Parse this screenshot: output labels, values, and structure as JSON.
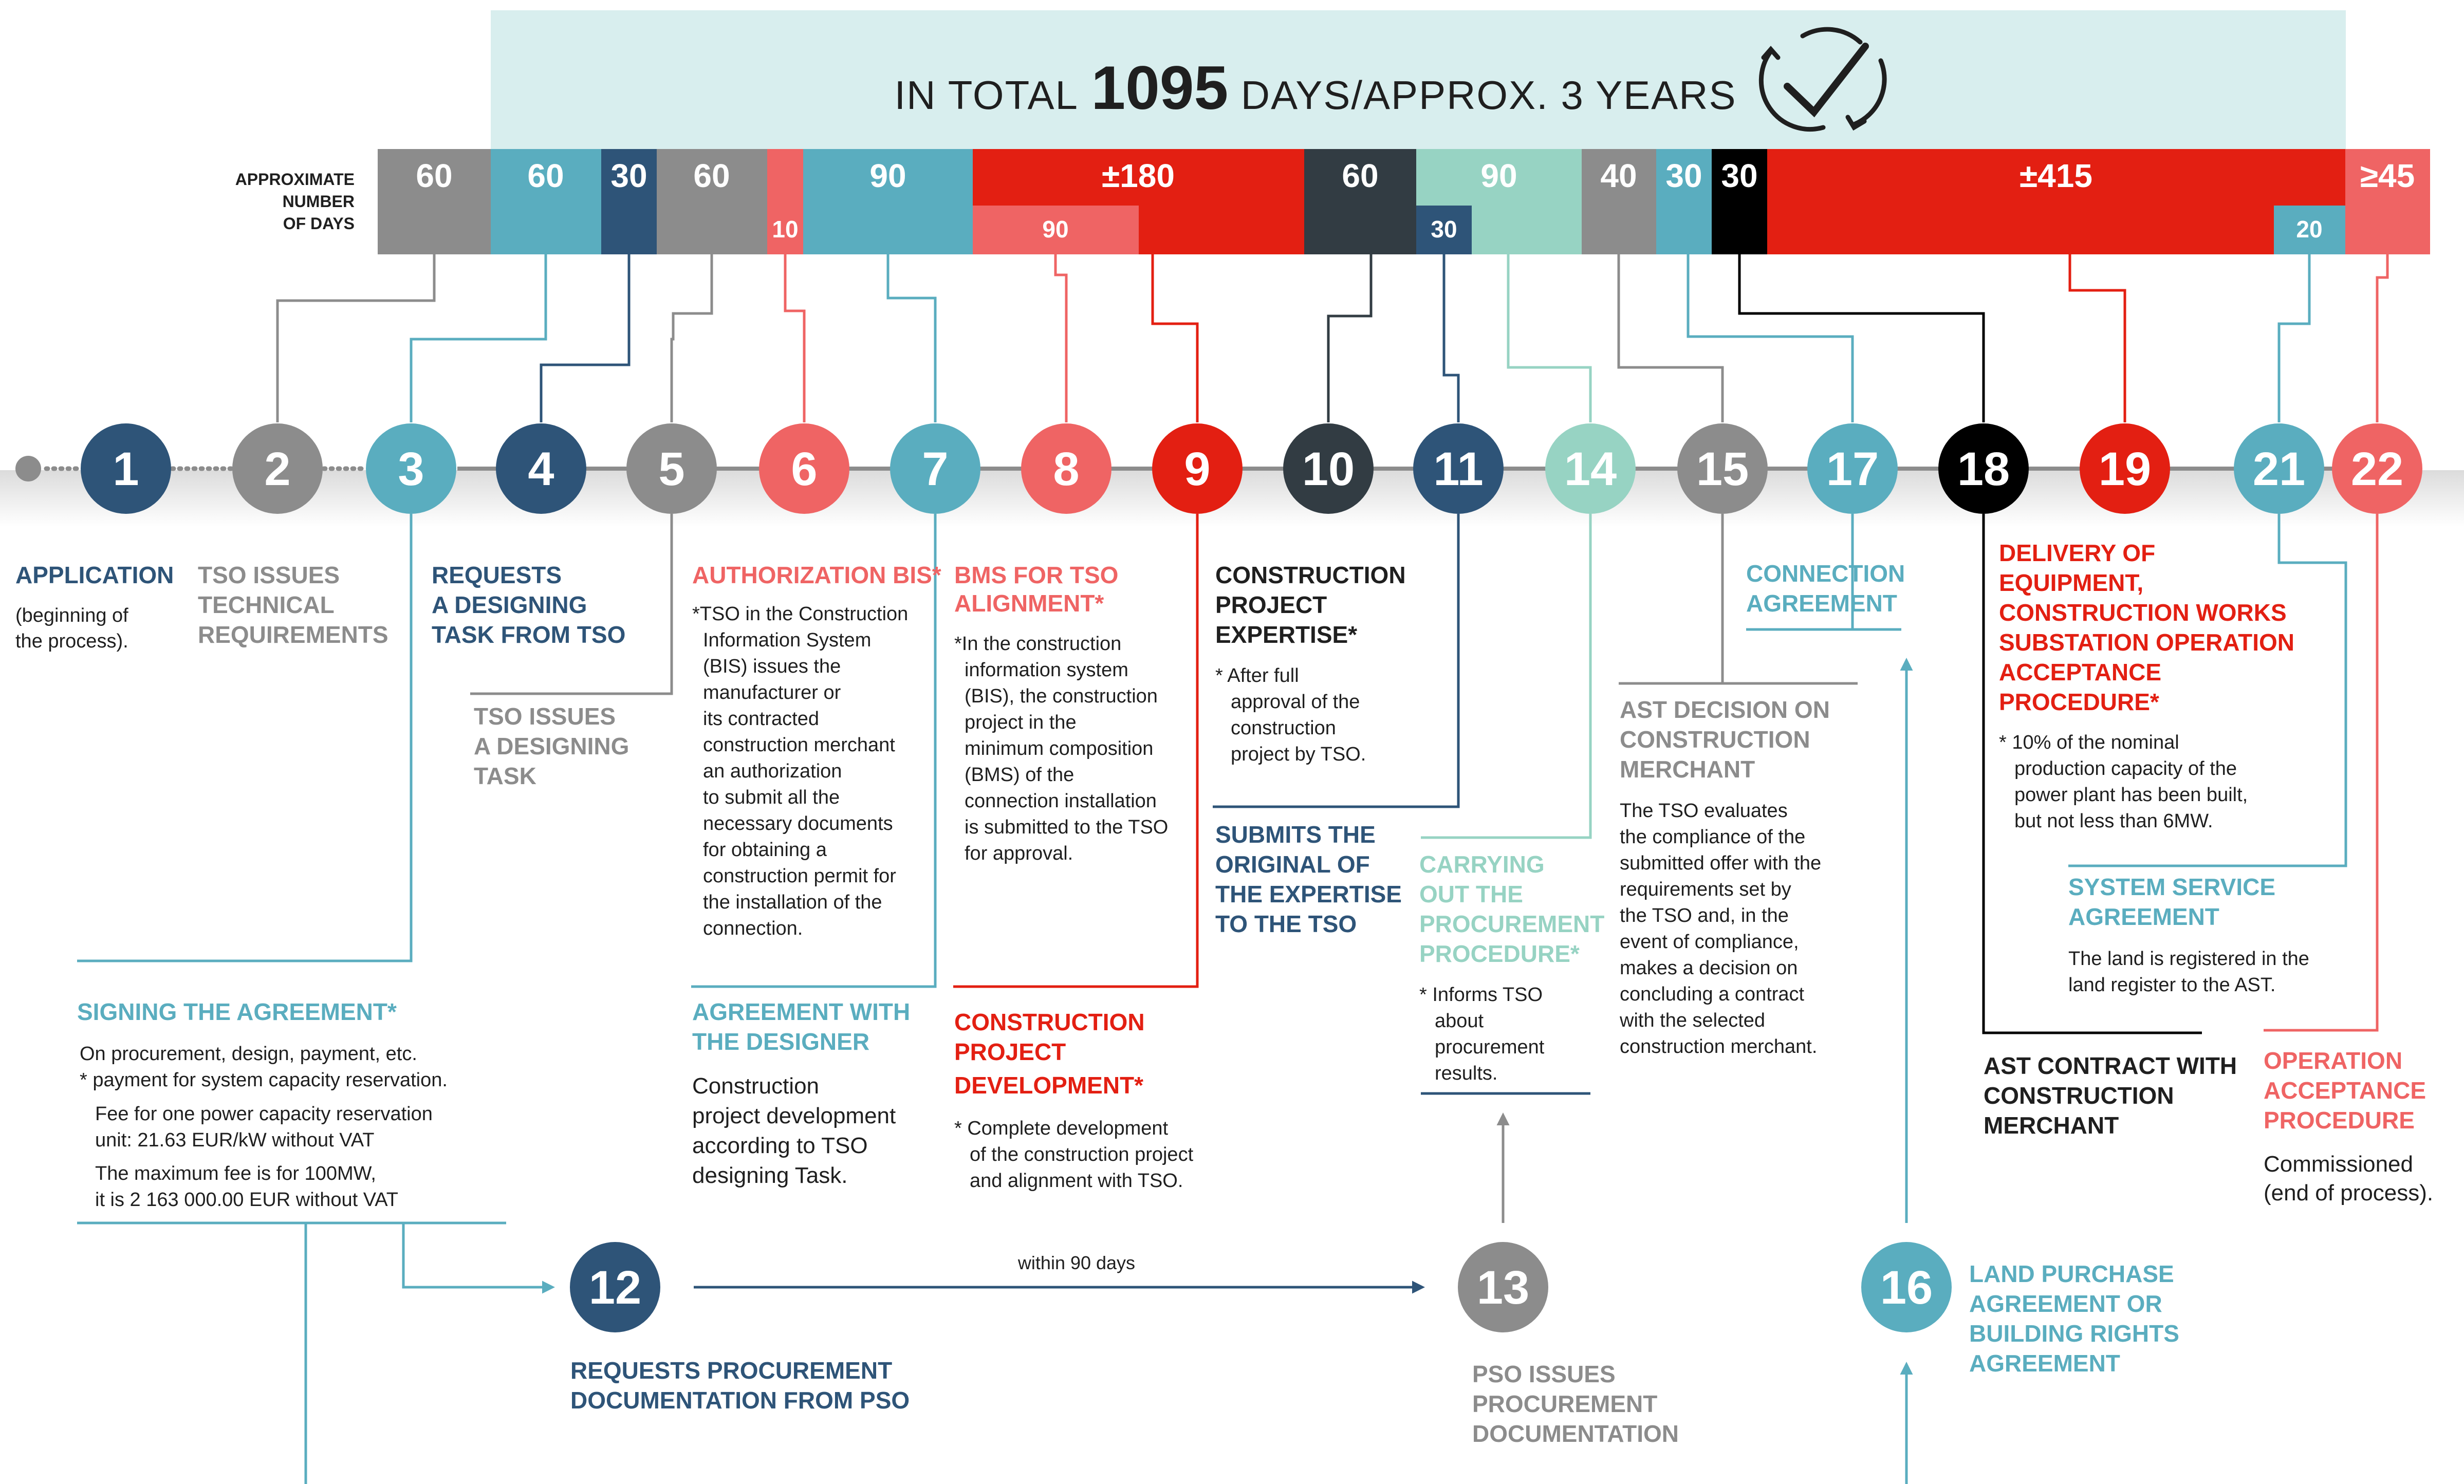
{
  "header": {
    "prefix": "IN TOTAL",
    "number": "1095",
    "suffix": "DAYS/APPROX. 3 YEARS",
    "icon": "checkmark-cycle-icon"
  },
  "days_label": [
    "APPROXIMATE",
    "NUMBER",
    "OF DAYS"
  ],
  "segments": [
    "60",
    "60",
    "30",
    "60",
    "",
    "90",
    "±180",
    "60",
    "90",
    "40",
    "30",
    "30",
    "±415",
    "≥45"
  ],
  "sub_segments": [
    "10",
    "90",
    "30",
    "20"
  ],
  "nodes": [
    "1",
    "2",
    "3",
    "4",
    "5",
    "6",
    "7",
    "8",
    "9",
    "10",
    "11",
    "14",
    "15",
    "17",
    "18",
    "19",
    "21",
    "22",
    "12",
    "13",
    "16"
  ],
  "colors": {
    "gray": "#8c8c8c",
    "teal": "#5aadbf",
    "navy": "#2e5478",
    "pink": "#ef6464",
    "red": "#e31f12",
    "dark": "#323c43",
    "mint": "#97d3c3",
    "black": "#000000",
    "header_bg": "#d8eeee"
  },
  "labels": {
    "application": {
      "title": "APPLICATION",
      "body": [
        "(beginning of",
        "the process)."
      ]
    },
    "tso_tech": {
      "title": [
        "TSO ISSUES",
        "TECHNICAL",
        "REQUIREMENTS"
      ]
    },
    "req_design": {
      "title": [
        "REQUESTS",
        "A DESIGNING",
        "TASK FROM TSO"
      ]
    },
    "tso_design": {
      "title": [
        "TSO ISSUES",
        "A DESIGNING",
        "TASK"
      ]
    },
    "auth_bis": {
      "title": "AUTHORIZATION BIS*",
      "body": [
        "*TSO in the Construction",
        "Information System",
        "(BIS) issues the",
        "manufacturer or",
        "its contracted",
        "construction merchant",
        "an authorization",
        "to submit all the",
        "necessary documents",
        "for obtaining a",
        "construction permit for",
        "the installation of the",
        "connection."
      ]
    },
    "bms": {
      "title": [
        "BMS FOR TSO",
        "ALIGNMENT*"
      ],
      "body": [
        "*In the construction",
        "information system",
        "(BIS), the construction",
        "project in the",
        "minimum composition",
        "(BMS) of the",
        "connection installation",
        "is submitted to the TSO",
        "for approval."
      ]
    },
    "expertise": {
      "title": [
        "CONSTRUCTION",
        "PROJECT",
        "EXPERTISE*"
      ],
      "body": [
        "* After full",
        "approval of the",
        "construction",
        "project by TSO."
      ]
    },
    "submits": {
      "title": [
        "SUBMITS THE",
        "ORIGINAL OF",
        "THE EXPERTISE",
        "TO THE TSO"
      ]
    },
    "procurement": {
      "title": [
        "CARRYING",
        "OUT THE",
        "PROCUREMENT",
        "PROCEDURE*"
      ],
      "body": [
        "* Informs TSO",
        "about",
        "procurement",
        "results."
      ]
    },
    "ast_decision": {
      "title": [
        "AST DECISION ON",
        "CONSTRUCTION",
        "MERCHANT"
      ],
      "body": [
        "The TSO evaluates",
        "the compliance of the",
        "submitted offer with the",
        "requirements set by",
        "the TSO and, in the",
        "event of compliance,",
        "makes a decision on",
        "concluding a contract",
        "with the selected",
        "construction merchant."
      ]
    },
    "connection": {
      "title": [
        "CONNECTION",
        "AGREEMENT"
      ]
    },
    "delivery": {
      "title": [
        "DELIVERY OF",
        "EQUIPMENT,",
        "CONSTRUCTION WORKS",
        "SUBSTATION OPERATION",
        "ACCEPTANCE",
        "PROCEDURE*"
      ],
      "body": [
        "* 10% of the nominal",
        "production capacity of the",
        "power plant has been built,",
        "but not less than 6MW."
      ]
    },
    "system_service": {
      "title": [
        "SYSTEM SERVICE",
        "AGREEMENT"
      ],
      "body": [
        "The land is registered in the",
        "land register to the AST."
      ]
    },
    "ast_contract": {
      "title": [
        "AST CONTRACT WITH",
        "CONSTRUCTION",
        "MERCHANT"
      ]
    },
    "operation": {
      "title": [
        "OPERATION",
        "ACCEPTANCE",
        "PROCEDURE"
      ],
      "body": [
        "Commissioned",
        "(end of process)."
      ]
    },
    "signing": {
      "title": "SIGNING THE AGREEMENT*",
      "body": [
        "On procurement, design, payment, etc.",
        "* payment for system capacity reservation.",
        "Fee for one power capacity reservation",
        "unit: 21.63 EUR/kW without VAT",
        "The maximum fee is for 100MW,",
        "it is 2 163 000.00 EUR without VAT"
      ]
    },
    "designer": {
      "title": [
        "AGREEMENT WITH",
        "THE DESIGNER"
      ],
      "body": [
        "Construction",
        "project development",
        "according to TSO",
        "designing Task."
      ]
    },
    "development": {
      "title": [
        "CONSTRUCTION",
        "PROJECT",
        "DEVELOPMENT*"
      ],
      "body": [
        "* Complete development",
        "of the construction project",
        "and alignment with TSO."
      ]
    },
    "req_proc": {
      "title": [
        "REQUESTS PROCUREMENT",
        "DOCUMENTATION FROM PSO"
      ]
    },
    "pso": {
      "title": [
        "PSO ISSUES",
        "PROCUREMENT",
        "DOCUMENTATION"
      ]
    },
    "land": {
      "title": [
        "LAND PURCHASE",
        "AGREEMENT OR",
        "BUILDING RIGHTS",
        "AGREEMENT"
      ]
    },
    "within": "within 90 days"
  }
}
